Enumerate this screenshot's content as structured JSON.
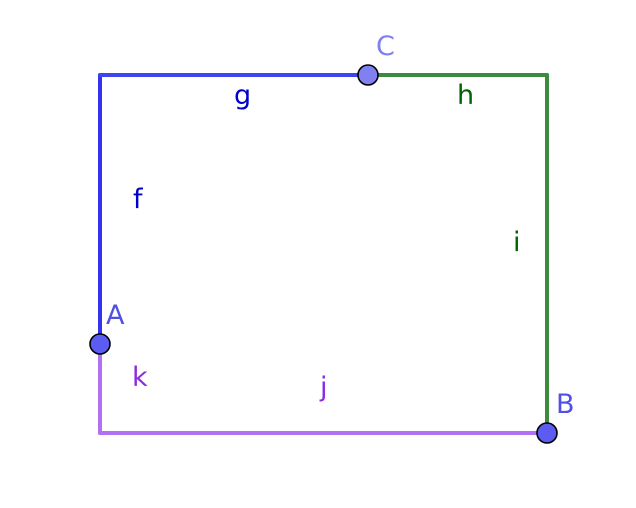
{
  "segments": [
    {
      "id": "f",
      "label": "f",
      "color": "#3333ee",
      "label_color": "#0000cc"
    },
    {
      "id": "g",
      "label": "g",
      "color": "#3d45ee",
      "label_color": "#0000cc"
    },
    {
      "id": "h",
      "label": "h",
      "color": "#3d8a3d",
      "label_color": "#006400"
    },
    {
      "id": "i",
      "label": "i",
      "color": "#3d8a3d",
      "label_color": "#006400"
    },
    {
      "id": "j",
      "label": "j",
      "color": "#b072f2",
      "label_color": "#8b2be2"
    },
    {
      "id": "k",
      "label": "k",
      "color": "#b072f2",
      "label_color": "#8b2be2"
    }
  ],
  "points": [
    {
      "id": "A",
      "label": "A",
      "fill": "#5c5cf2",
      "label_color": "#5050e6"
    },
    {
      "id": "B",
      "label": "B",
      "fill": "#5c5cf2",
      "label_color": "#5050e6"
    },
    {
      "id": "C",
      "label": "C",
      "fill": "#8080f0",
      "label_color": "#8080f0"
    }
  ]
}
